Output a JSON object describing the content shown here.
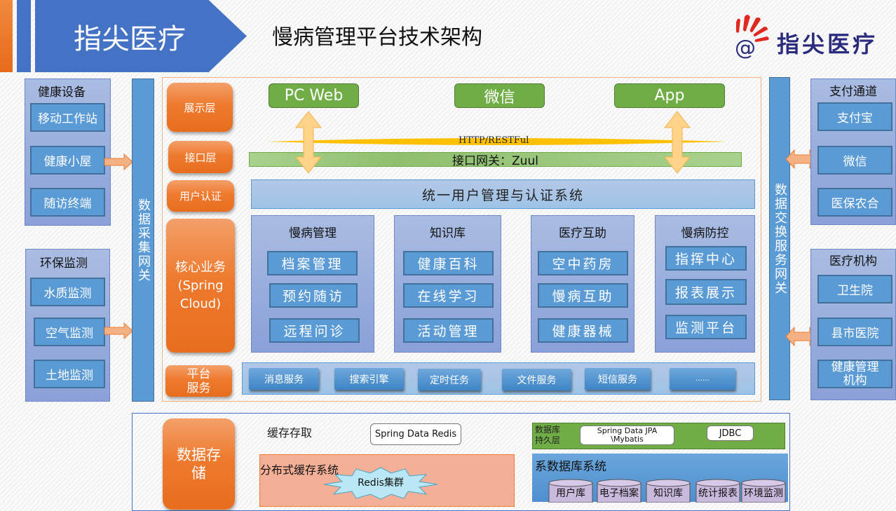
{
  "header": {
    "brand": "指尖医疗",
    "title": "慢病管理平台技术架构",
    "logo_text": "指尖医疗",
    "logo_icon": "at-hand-logo-icon"
  },
  "left_groups": [
    {
      "title": "健康设备",
      "items": [
        "移动工作站",
        "健康小屋",
        "随访终端"
      ]
    },
    {
      "title": "环保监测",
      "items": [
        "水质监测",
        "空气监测",
        "土地监测"
      ]
    }
  ],
  "left_gateway": "数据采集网关",
  "right_gateway": "数据交换服务网关",
  "right_groups": [
    {
      "title": "支付通道",
      "items": [
        "支付宝",
        "微信",
        "医保农合"
      ]
    },
    {
      "title": "医疗机构",
      "items": [
        "卫生院",
        "县市医院",
        "健康管理机构"
      ]
    }
  ],
  "layers": {
    "presentation": "展示层",
    "interface": "接口层",
    "auth": "用户认证",
    "core": "核心业务(Spring Cloud)",
    "platform": "平台服务",
    "storage": "数据存储"
  },
  "clients": [
    "PC Web",
    "微信",
    "App"
  ],
  "protocol_label": "HTTP/RESTFul",
  "gateway_label": "接口网关：Zuul",
  "auth_system": "统一用户管理与认证系统",
  "modules": [
    {
      "title": "慢病管理",
      "items": [
        "档案管理",
        "预约随访",
        "远程问诊"
      ]
    },
    {
      "title": "知识库",
      "items": [
        "健康百科",
        "在线学习",
        "活动管理"
      ]
    },
    {
      "title": "医疗互助",
      "items": [
        "空中药房",
        "慢病互助",
        "健康器械"
      ]
    },
    {
      "title": "慢病防控",
      "items": [
        "指挥中心",
        "报表展示",
        "监测平台"
      ]
    }
  ],
  "platform_services": [
    "消息服务",
    "搜索引擎",
    "定时任务",
    "文件服务",
    "短信服务",
    "……"
  ],
  "storage": {
    "cache_access": "缓存存取",
    "spring_data_redis": "Spring Data Redis",
    "distributed_cache": "分布式缓存系统",
    "redis_cluster": "Redis集群",
    "persistence_label": "数据库持久层",
    "jpa": "Spring Data JPA \\Mybatis",
    "jdbc": "JDBC",
    "db_system": "系数据库系统",
    "databases": [
      "用户库",
      "电子档案",
      "知识库",
      "统计报表",
      "环境监测"
    ]
  },
  "colors": {
    "blue": "#4472c4",
    "item_blue": "#5b9bd5",
    "orange": "#ed7d31",
    "green": "#70ad47",
    "gold": "#ffc000"
  }
}
